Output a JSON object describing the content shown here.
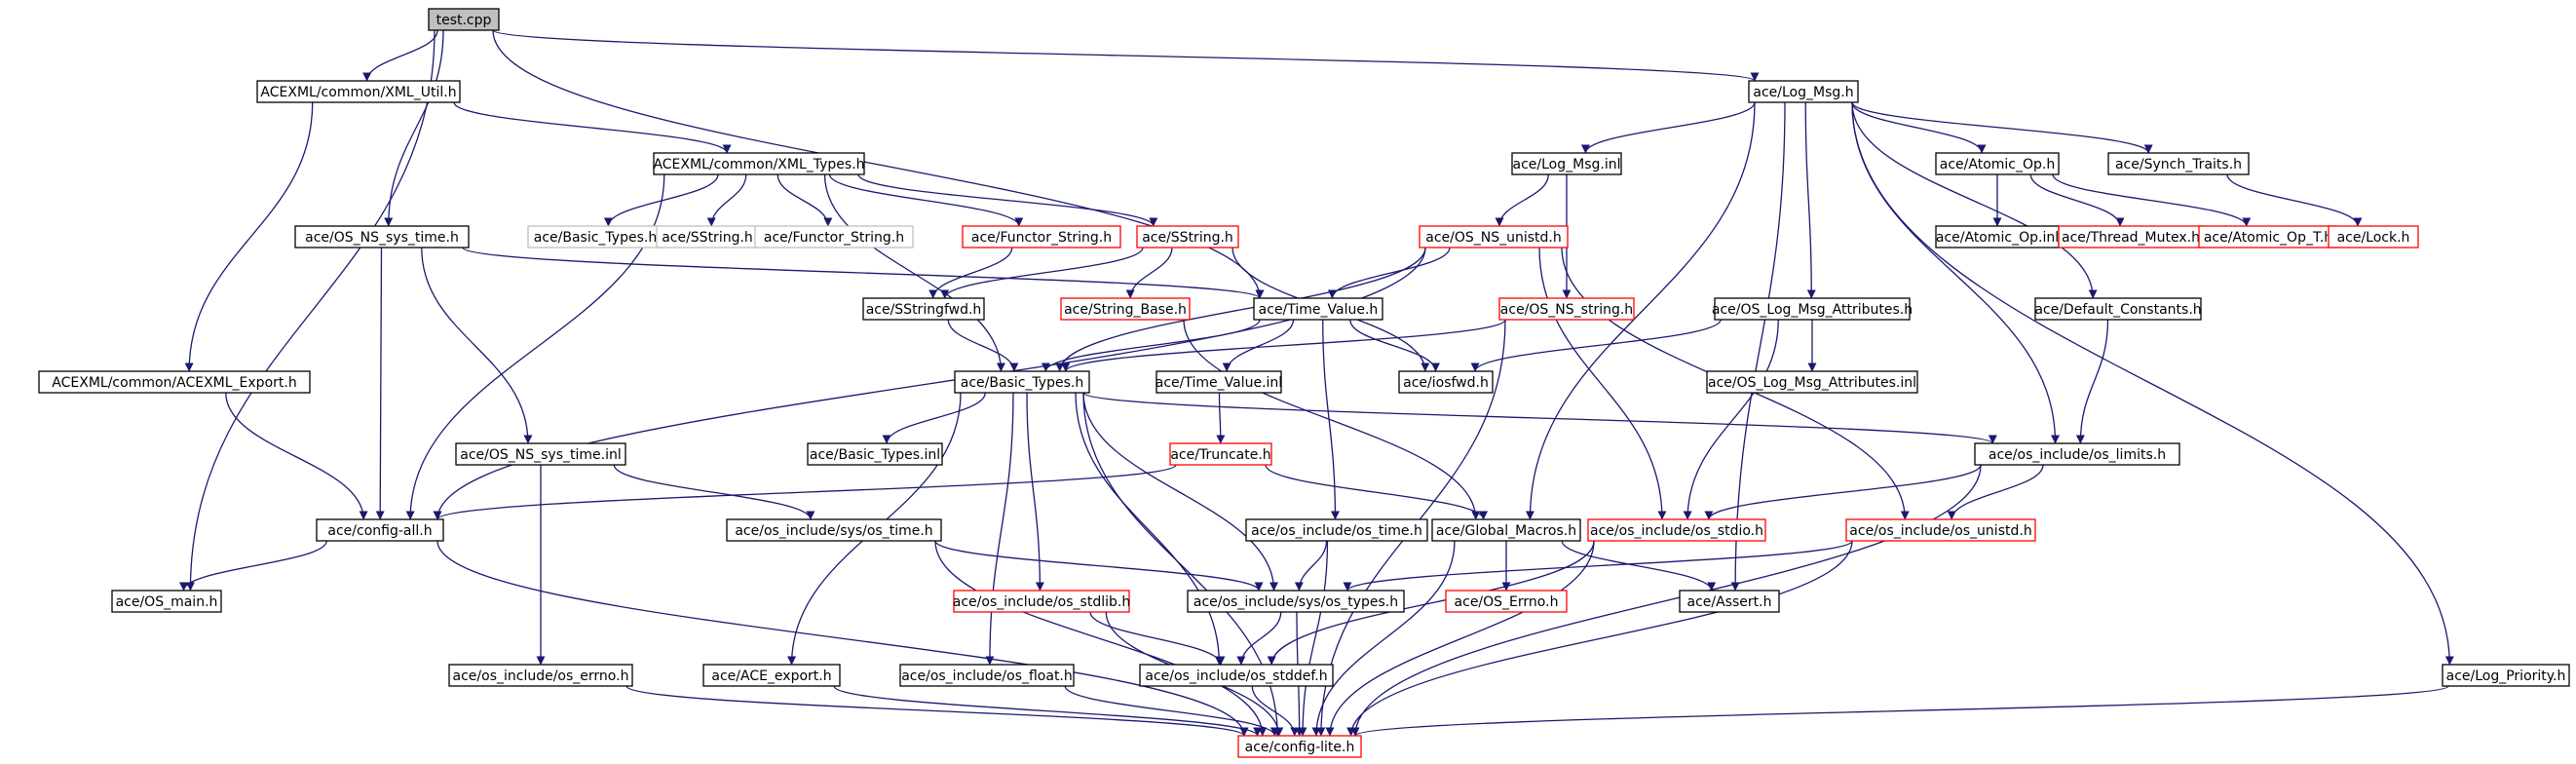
{
  "graph": {
    "colors": {
      "edge": "#191970",
      "border_normal": "#000000",
      "border_incomplete": "#ff0000",
      "border_undocumented": "#bfbfbf",
      "fill_root": "#bfbfbf",
      "fill_normal": "#ffffff"
    },
    "nodes": [
      {
        "id": "test_cpp",
        "label": "test.cpp",
        "kind": "root"
      },
      {
        "id": "acexml_xml_util",
        "label": "ACEXML/common/XML_Util.h",
        "kind": "normal"
      },
      {
        "id": "log_msg_h",
        "label": "ace/Log_Msg.h",
        "kind": "normal"
      },
      {
        "id": "acexml_xml_types",
        "label": "ACEXML/common/XML_Types.h",
        "kind": "normal"
      },
      {
        "id": "log_msg_inl",
        "label": "ace/Log_Msg.inl",
        "kind": "normal"
      },
      {
        "id": "atomic_op_h",
        "label": "ace/Atomic_Op.h",
        "kind": "normal"
      },
      {
        "id": "synch_traits",
        "label": "ace/Synch_Traits.h",
        "kind": "normal"
      },
      {
        "id": "os_ns_sys_time_h",
        "label": "ace/OS_NS_sys_time.h",
        "kind": "normal"
      },
      {
        "id": "ace_basic_types_undoc",
        "label": "ace/Basic_Types.h",
        "kind": "undocumented"
      },
      {
        "id": "ace_sstring_undoc",
        "label": "ace/SString.h",
        "kind": "undocumented"
      },
      {
        "id": "ace_functor_string_undoc",
        "label": "ace/Functor_String.h",
        "kind": "undocumented"
      },
      {
        "id": "functor_string_h",
        "label": "ace/Functor_String.h",
        "kind": "incomplete"
      },
      {
        "id": "sstring_h",
        "label": "ace/SString.h",
        "kind": "incomplete"
      },
      {
        "id": "os_ns_unistd_h",
        "label": "ace/OS_NS_unistd.h",
        "kind": "incomplete"
      },
      {
        "id": "atomic_op_inl",
        "label": "ace/Atomic_Op.inl",
        "kind": "normal"
      },
      {
        "id": "thread_mutex_h",
        "label": "ace/Thread_Mutex.h",
        "kind": "incomplete"
      },
      {
        "id": "atomic_op_t_h",
        "label": "ace/Atomic_Op_T.h",
        "kind": "incomplete"
      },
      {
        "id": "lock_h",
        "label": "ace/Lock.h",
        "kind": "incomplete"
      },
      {
        "id": "sstringfwd_h",
        "label": "ace/SStringfwd.h",
        "kind": "normal"
      },
      {
        "id": "string_base_h",
        "label": "ace/String_Base.h",
        "kind": "incomplete"
      },
      {
        "id": "time_value_h",
        "label": "ace/Time_Value.h",
        "kind": "normal"
      },
      {
        "id": "os_ns_string_h",
        "label": "ace/OS_NS_string.h",
        "kind": "incomplete"
      },
      {
        "id": "os_log_msg_attr_h",
        "label": "ace/OS_Log_Msg_Attributes.h",
        "kind": "normal"
      },
      {
        "id": "default_constants_h",
        "label": "ace/Default_Constants.h",
        "kind": "normal"
      },
      {
        "id": "acexml_export_h",
        "label": "ACEXML/common/ACEXML_Export.h",
        "kind": "normal"
      },
      {
        "id": "basic_types_h",
        "label": "ace/Basic_Types.h",
        "kind": "normal"
      },
      {
        "id": "time_value_inl",
        "label": "ace/Time_Value.inl",
        "kind": "normal"
      },
      {
        "id": "iosfwd_h",
        "label": "ace/iosfwd.h",
        "kind": "normal"
      },
      {
        "id": "os_log_msg_attr_inl",
        "label": "ace/OS_Log_Msg_Attributes.inl",
        "kind": "normal"
      },
      {
        "id": "os_ns_sys_time_inl",
        "label": "ace/OS_NS_sys_time.inl",
        "kind": "normal"
      },
      {
        "id": "basic_types_inl",
        "label": "ace/Basic_Types.inl",
        "kind": "normal"
      },
      {
        "id": "truncate_h",
        "label": "ace/Truncate.h",
        "kind": "incomplete"
      },
      {
        "id": "os_limits_h",
        "label": "ace/os_include/os_limits.h",
        "kind": "normal"
      },
      {
        "id": "config_all_h",
        "label": "ace/config-all.h",
        "kind": "normal"
      },
      {
        "id": "sys_os_time_h",
        "label": "ace/os_include/sys/os_time.h",
        "kind": "normal"
      },
      {
        "id": "os_time_h",
        "label": "ace/os_include/os_time.h",
        "kind": "normal"
      },
      {
        "id": "global_macros_h",
        "label": "ace/Global_Macros.h",
        "kind": "normal"
      },
      {
        "id": "os_stdio_h",
        "label": "ace/os_include/os_stdio.h",
        "kind": "incomplete"
      },
      {
        "id": "os_unistd_h",
        "label": "ace/os_include/os_unistd.h",
        "kind": "incomplete"
      },
      {
        "id": "os_main_h",
        "label": "ace/OS_main.h",
        "kind": "normal"
      },
      {
        "id": "os_stdlib_h",
        "label": "ace/os_include/os_stdlib.h",
        "kind": "incomplete"
      },
      {
        "id": "sys_os_types_h",
        "label": "ace/os_include/sys/os_types.h",
        "kind": "normal"
      },
      {
        "id": "os_errno_h_red",
        "label": "ace/OS_Errno.h",
        "kind": "incomplete"
      },
      {
        "id": "assert_h",
        "label": "ace/Assert.h",
        "kind": "normal"
      },
      {
        "id": "os_errno_h",
        "label": "ace/os_include/os_errno.h",
        "kind": "normal"
      },
      {
        "id": "ace_export_h",
        "label": "ace/ACE_export.h",
        "kind": "normal"
      },
      {
        "id": "os_float_h",
        "label": "ace/os_include/os_float.h",
        "kind": "normal"
      },
      {
        "id": "os_stddef_h",
        "label": "ace/os_include/os_stddef.h",
        "kind": "normal"
      },
      {
        "id": "log_priority_h",
        "label": "ace/Log_Priority.h",
        "kind": "normal"
      },
      {
        "id": "config_lite_h",
        "label": "ace/config-lite.h",
        "kind": "incomplete"
      }
    ],
    "edges": [
      [
        "test_cpp",
        "acexml_xml_util"
      ],
      [
        "test_cpp",
        "log_msg_h"
      ],
      [
        "test_cpp",
        "os_ns_sys_time_h"
      ],
      [
        "test_cpp",
        "time_value_h"
      ],
      [
        "test_cpp",
        "os_main_h"
      ],
      [
        "acexml_xml_util",
        "acexml_xml_types"
      ],
      [
        "acexml_xml_util",
        "acexml_export_h"
      ],
      [
        "acexml_xml_types",
        "ace_basic_types_undoc"
      ],
      [
        "acexml_xml_types",
        "ace_sstring_undoc"
      ],
      [
        "acexml_xml_types",
        "ace_functor_string_undoc"
      ],
      [
        "acexml_xml_types",
        "functor_string_h"
      ],
      [
        "acexml_xml_types",
        "sstring_h"
      ],
      [
        "acexml_xml_types",
        "basic_types_h"
      ],
      [
        "acexml_xml_types",
        "config_all_h"
      ],
      [
        "acexml_export_h",
        "config_all_h"
      ],
      [
        "log_msg_h",
        "log_msg_inl"
      ],
      [
        "log_msg_h",
        "atomic_op_h"
      ],
      [
        "log_msg_h",
        "synch_traits"
      ],
      [
        "log_msg_h",
        "os_log_msg_attr_h"
      ],
      [
        "log_msg_h",
        "default_constants_h"
      ],
      [
        "log_msg_h",
        "os_limits_h"
      ],
      [
        "log_msg_h",
        "global_macros_h"
      ],
      [
        "log_msg_h",
        "assert_h"
      ],
      [
        "log_msg_h",
        "log_priority_h"
      ],
      [
        "log_msg_inl",
        "os_ns_unistd_h"
      ],
      [
        "log_msg_inl",
        "os_ns_string_h"
      ],
      [
        "atomic_op_h",
        "atomic_op_inl"
      ],
      [
        "atomic_op_h",
        "thread_mutex_h"
      ],
      [
        "atomic_op_h",
        "atomic_op_t_h"
      ],
      [
        "synch_traits",
        "lock_h"
      ],
      [
        "os_ns_sys_time_h",
        "time_value_h"
      ],
      [
        "os_ns_sys_time_h",
        "config_all_h"
      ],
      [
        "os_ns_sys_time_h",
        "os_ns_sys_time_inl"
      ],
      [
        "functor_string_h",
        "sstringfwd_h"
      ],
      [
        "sstring_h",
        "sstringfwd_h"
      ],
      [
        "sstring_h",
        "string_base_h"
      ],
      [
        "sstring_h",
        "iosfwd_h"
      ],
      [
        "sstringfwd_h",
        "basic_types_h"
      ],
      [
        "string_base_h",
        "global_macros_h"
      ],
      [
        "os_ns_unistd_h",
        "time_value_h"
      ],
      [
        "os_ns_unistd_h",
        "basic_types_h"
      ],
      [
        "os_ns_unistd_h",
        "config_all_h"
      ],
      [
        "os_ns_unistd_h",
        "os_stdio_h"
      ],
      [
        "os_ns_unistd_h",
        "os_unistd_h"
      ],
      [
        "time_value_h",
        "basic_types_h"
      ],
      [
        "time_value_h",
        "time_value_inl"
      ],
      [
        "time_value_h",
        "iosfwd_h"
      ],
      [
        "time_value_h",
        "os_time_h"
      ],
      [
        "os_ns_string_h",
        "basic_types_h"
      ],
      [
        "os_ns_string_h",
        "config_lite_h"
      ],
      [
        "os_log_msg_attr_h",
        "os_log_msg_attr_inl"
      ],
      [
        "os_log_msg_attr_h",
        "iosfwd_h"
      ],
      [
        "os_log_msg_attr_h",
        "os_stdio_h"
      ],
      [
        "default_constants_h",
        "os_limits_h"
      ],
      [
        "time_value_inl",
        "truncate_h"
      ],
      [
        "truncate_h",
        "config_all_h"
      ],
      [
        "truncate_h",
        "global_macros_h"
      ],
      [
        "basic_types_h",
        "basic_types_inl"
      ],
      [
        "basic_types_h",
        "os_limits_h"
      ],
      [
        "basic_types_h",
        "sys_os_types_h"
      ],
      [
        "basic_types_h",
        "os_stdlib_h"
      ],
      [
        "basic_types_h",
        "ace_export_h"
      ],
      [
        "basic_types_h",
        "os_float_h"
      ],
      [
        "basic_types_h",
        "os_stddef_h"
      ],
      [
        "basic_types_h",
        "config_lite_h"
      ],
      [
        "os_limits_h",
        "os_stdio_h"
      ],
      [
        "os_limits_h",
        "os_unistd_h"
      ],
      [
        "os_limits_h",
        "config_lite_h"
      ],
      [
        "config_all_h",
        "os_main_h"
      ],
      [
        "config_all_h",
        "config_lite_h"
      ],
      [
        "os_ns_sys_time_inl",
        "sys_os_time_h"
      ],
      [
        "os_ns_sys_time_inl",
        "os_errno_h"
      ],
      [
        "sys_os_time_h",
        "sys_os_types_h"
      ],
      [
        "sys_os_time_h",
        "config_lite_h"
      ],
      [
        "os_time_h",
        "sys_os_types_h"
      ],
      [
        "os_time_h",
        "config_lite_h"
      ],
      [
        "global_macros_h",
        "os_errno_h_red"
      ],
      [
        "global_macros_h",
        "assert_h"
      ],
      [
        "global_macros_h",
        "config_lite_h"
      ],
      [
        "os_stdio_h",
        "os_stddef_h"
      ],
      [
        "os_stdio_h",
        "config_lite_h"
      ],
      [
        "os_unistd_h",
        "sys_os_types_h"
      ],
      [
        "os_unistd_h",
        "config_lite_h"
      ],
      [
        "os_stdlib_h",
        "os_stddef_h"
      ],
      [
        "os_stdlib_h",
        "config_lite_h"
      ],
      [
        "sys_os_types_h",
        "os_stddef_h"
      ],
      [
        "sys_os_types_h",
        "config_lite_h"
      ],
      [
        "os_errno_h",
        "config_lite_h"
      ],
      [
        "ace_export_h",
        "config_lite_h"
      ],
      [
        "os_float_h",
        "config_lite_h"
      ],
      [
        "os_stddef_h",
        "config_lite_h"
      ],
      [
        "log_priority_h",
        "config_lite_h"
      ]
    ]
  }
}
